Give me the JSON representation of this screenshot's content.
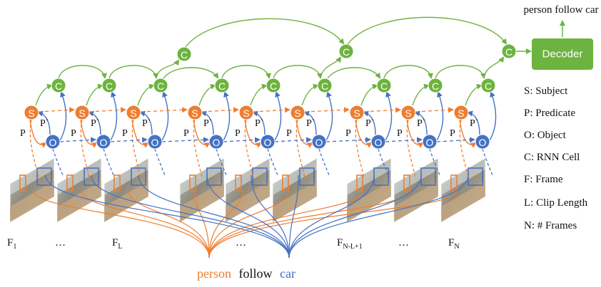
{
  "colors": {
    "green": "#6db33f",
    "orange": "#ee7d31",
    "blue": "#4472c4",
    "gray": "#8c8c8c"
  },
  "output_label": "person follow car",
  "decoder_label": "Decoder",
  "node_letters": {
    "subject": "S",
    "object": "O",
    "cell": "C"
  },
  "edge_labels": {
    "predicate": "P",
    "predicate_prime": "P`"
  },
  "legend": [
    "S: Subject",
    "P: Predicate",
    "O: Object",
    "C: RNN Cell",
    "F: Frame",
    "L: Clip Length",
    "N: # Frames"
  ],
  "frames": {
    "f1_main": "F",
    "f1_sub": "1",
    "ellipsis": "…",
    "fl_main": "F",
    "fl_sub": "L",
    "fnl_main": "F",
    "fnl_sub": "N-L+1",
    "fn_main": "F",
    "fn_sub": "N"
  },
  "caption": {
    "subject": "person",
    "predicate": "follow",
    "object": "car"
  }
}
